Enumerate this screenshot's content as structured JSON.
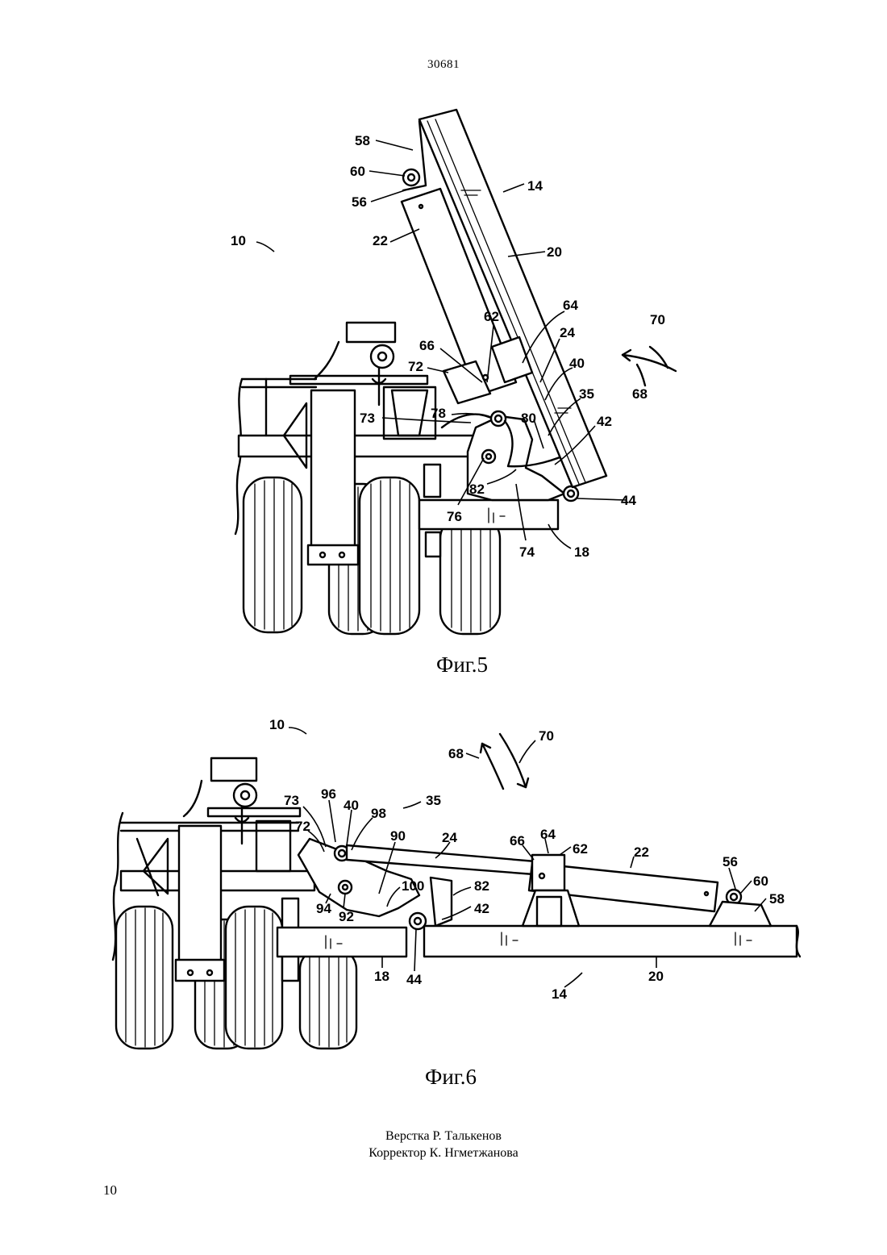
{
  "header": {
    "doc_number": "30681"
  },
  "figures": [
    {
      "caption": "Фиг.5",
      "refs": [
        {
          "text": "58"
        },
        {
          "text": "60"
        },
        {
          "text": "56"
        },
        {
          "text": "14"
        },
        {
          "text": "22"
        },
        {
          "text": "10"
        },
        {
          "text": "20"
        },
        {
          "text": "64"
        },
        {
          "text": "62"
        },
        {
          "text": "70"
        },
        {
          "text": "24"
        },
        {
          "text": "66"
        },
        {
          "text": "40"
        },
        {
          "text": "72"
        },
        {
          "text": "35"
        },
        {
          "text": "68"
        },
        {
          "text": "73"
        },
        {
          "text": "78"
        },
        {
          "text": "80"
        },
        {
          "text": "42"
        },
        {
          "text": "82"
        },
        {
          "text": "44"
        },
        {
          "text": "76"
        },
        {
          "text": "74"
        },
        {
          "text": "18"
        }
      ]
    },
    {
      "caption": "Фиг.6",
      "refs": [
        {
          "text": "10"
        },
        {
          "text": "70"
        },
        {
          "text": "68"
        },
        {
          "text": "35"
        },
        {
          "text": "73"
        },
        {
          "text": "96"
        },
        {
          "text": "40"
        },
        {
          "text": "98"
        },
        {
          "text": "72"
        },
        {
          "text": "90"
        },
        {
          "text": "24"
        },
        {
          "text": "66"
        },
        {
          "text": "64"
        },
        {
          "text": "62"
        },
        {
          "text": "22"
        },
        {
          "text": "56"
        },
        {
          "text": "60"
        },
        {
          "text": "58"
        },
        {
          "text": "94"
        },
        {
          "text": "92"
        },
        {
          "text": "100"
        },
        {
          "text": "82"
        },
        {
          "text": "42"
        },
        {
          "text": "18"
        },
        {
          "text": "44"
        },
        {
          "text": "20"
        },
        {
          "text": "14"
        }
      ]
    }
  ],
  "footer": {
    "credits": [
      "Верстка Р. Талькенов",
      "Корректор К. Нгметжанова"
    ],
    "page_number": "10"
  }
}
